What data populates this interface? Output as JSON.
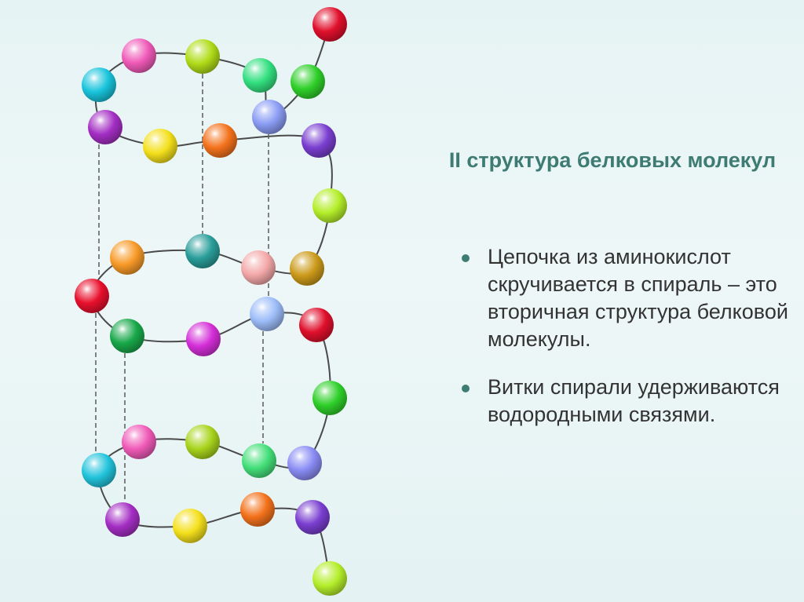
{
  "slide": {
    "title": "II структура белковых молекул",
    "bullets": [
      "Цепочка из аминокислот скручивается в спираль – это вторичная структура белковой молекулы.",
      "Витки спирали удерживаются водородными связями."
    ]
  },
  "colors": {
    "title": "#3d7b73",
    "text": "#333333",
    "bullet": "#3d7b73",
    "chain": "#4a4a4a",
    "hydrogen_bond": "#5a5a5a"
  },
  "amino_acid_beads": [
    {
      "color": "#e0102c"
    },
    {
      "color": "#2fd02a"
    },
    {
      "color": "#8a9cf4"
    },
    {
      "color": "#33e080"
    },
    {
      "color": "#b0dc18"
    },
    {
      "color": "#f05ab8"
    },
    {
      "color": "#18c4dc"
    },
    {
      "color": "#a42ec4"
    },
    {
      "color": "#f4e01c"
    },
    {
      "color": "#f4721c"
    },
    {
      "color": "#7a3ed0"
    },
    {
      "color": "#b4ee2a"
    },
    {
      "color": "#cc9a1a"
    },
    {
      "color": "#f4a8a8"
    },
    {
      "color": "#2a9e9a"
    },
    {
      "color": "#f89a28"
    },
    {
      "color": "#e8102c"
    },
    {
      "color": "#18a84a"
    },
    {
      "color": "#d42ed8"
    },
    {
      "color": "#9cbcf8"
    },
    {
      "color": "#e0102c"
    },
    {
      "color": "#2fd02a"
    },
    {
      "color": "#8a8cf4"
    },
    {
      "color": "#44e07a"
    },
    {
      "color": "#a8d41c"
    },
    {
      "color": "#f05ab8"
    },
    {
      "color": "#22c4dc"
    },
    {
      "color": "#a42ec4"
    },
    {
      "color": "#f4e01c"
    },
    {
      "color": "#f4721c"
    },
    {
      "color": "#7a3ed0"
    },
    {
      "color": "#b4ee2a"
    }
  ]
}
